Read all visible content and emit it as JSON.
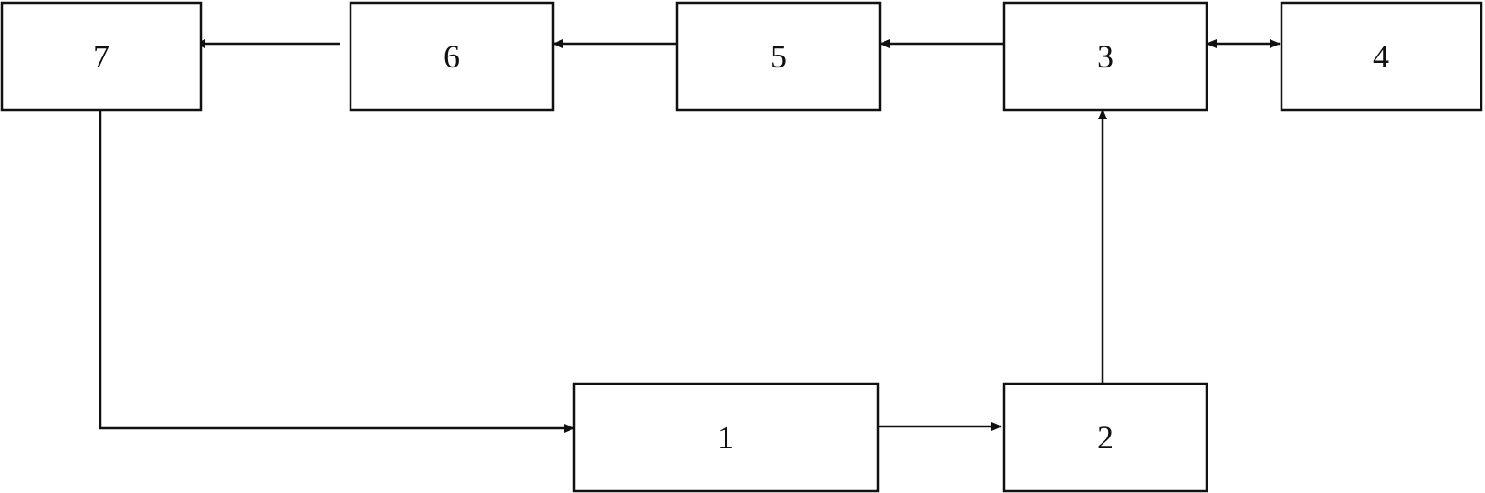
{
  "diagram": {
    "blocks": [
      {
        "id": "7",
        "label": "7"
      },
      {
        "id": "6",
        "label": "6"
      },
      {
        "id": "5",
        "label": "5"
      },
      {
        "id": "3",
        "label": "3"
      },
      {
        "id": "4",
        "label": "4"
      },
      {
        "id": "1",
        "label": "1"
      },
      {
        "id": "2",
        "label": "2"
      }
    ],
    "connections": [
      {
        "from": "6",
        "to": "7",
        "arrow": "end"
      },
      {
        "from": "5",
        "to": "6",
        "arrow": "end"
      },
      {
        "from": "3",
        "to": "5",
        "arrow": "end"
      },
      {
        "from": "3",
        "to": "4",
        "arrow": "both"
      },
      {
        "from": "2",
        "to": "3",
        "arrow": "end"
      },
      {
        "from": "7",
        "to": "1",
        "arrow": "end"
      },
      {
        "from": "1",
        "to": "2",
        "arrow": "end"
      }
    ],
    "colors": {
      "stroke": "#111111",
      "background": "#ffffff"
    }
  }
}
